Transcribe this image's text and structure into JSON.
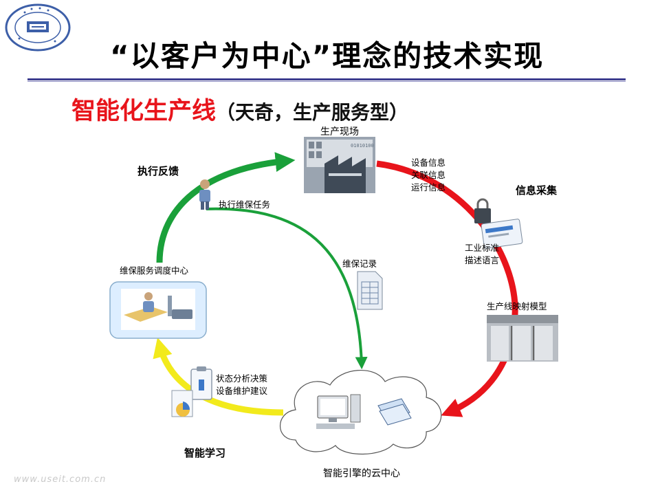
{
  "header": {
    "title": "“以客户为中心”理念的技术实现",
    "accent_color": "#3d3d8f"
  },
  "subtitle": {
    "main": "智能化生产线",
    "note": "（天奇，生产服务型）",
    "main_color": "#e8141b"
  },
  "nodes": {
    "production_site": "生产现场",
    "dispatch_center": "维保服务调度中心",
    "mapping_model": "生产线映射模型",
    "cloud_center": "智能引擎的云中心"
  },
  "stages": {
    "feedback": "执行反馈",
    "collection": "信息采集",
    "learning": "智能学习"
  },
  "annotations": {
    "device_info": [
      "设备信息",
      "关联信息",
      "运行信息"
    ],
    "maintenance_task": "执行维保任务",
    "maintenance_record": "维保记录",
    "industry_standard": [
      "工业标准",
      "描述语言"
    ],
    "analysis": [
      "状态分析决策",
      "设备维护建议"
    ]
  },
  "arrow_colors": {
    "green": "#1aa03a",
    "red": "#e8141b",
    "yellow": "#f2ea1c"
  },
  "footer": "www.useit.com.cn"
}
